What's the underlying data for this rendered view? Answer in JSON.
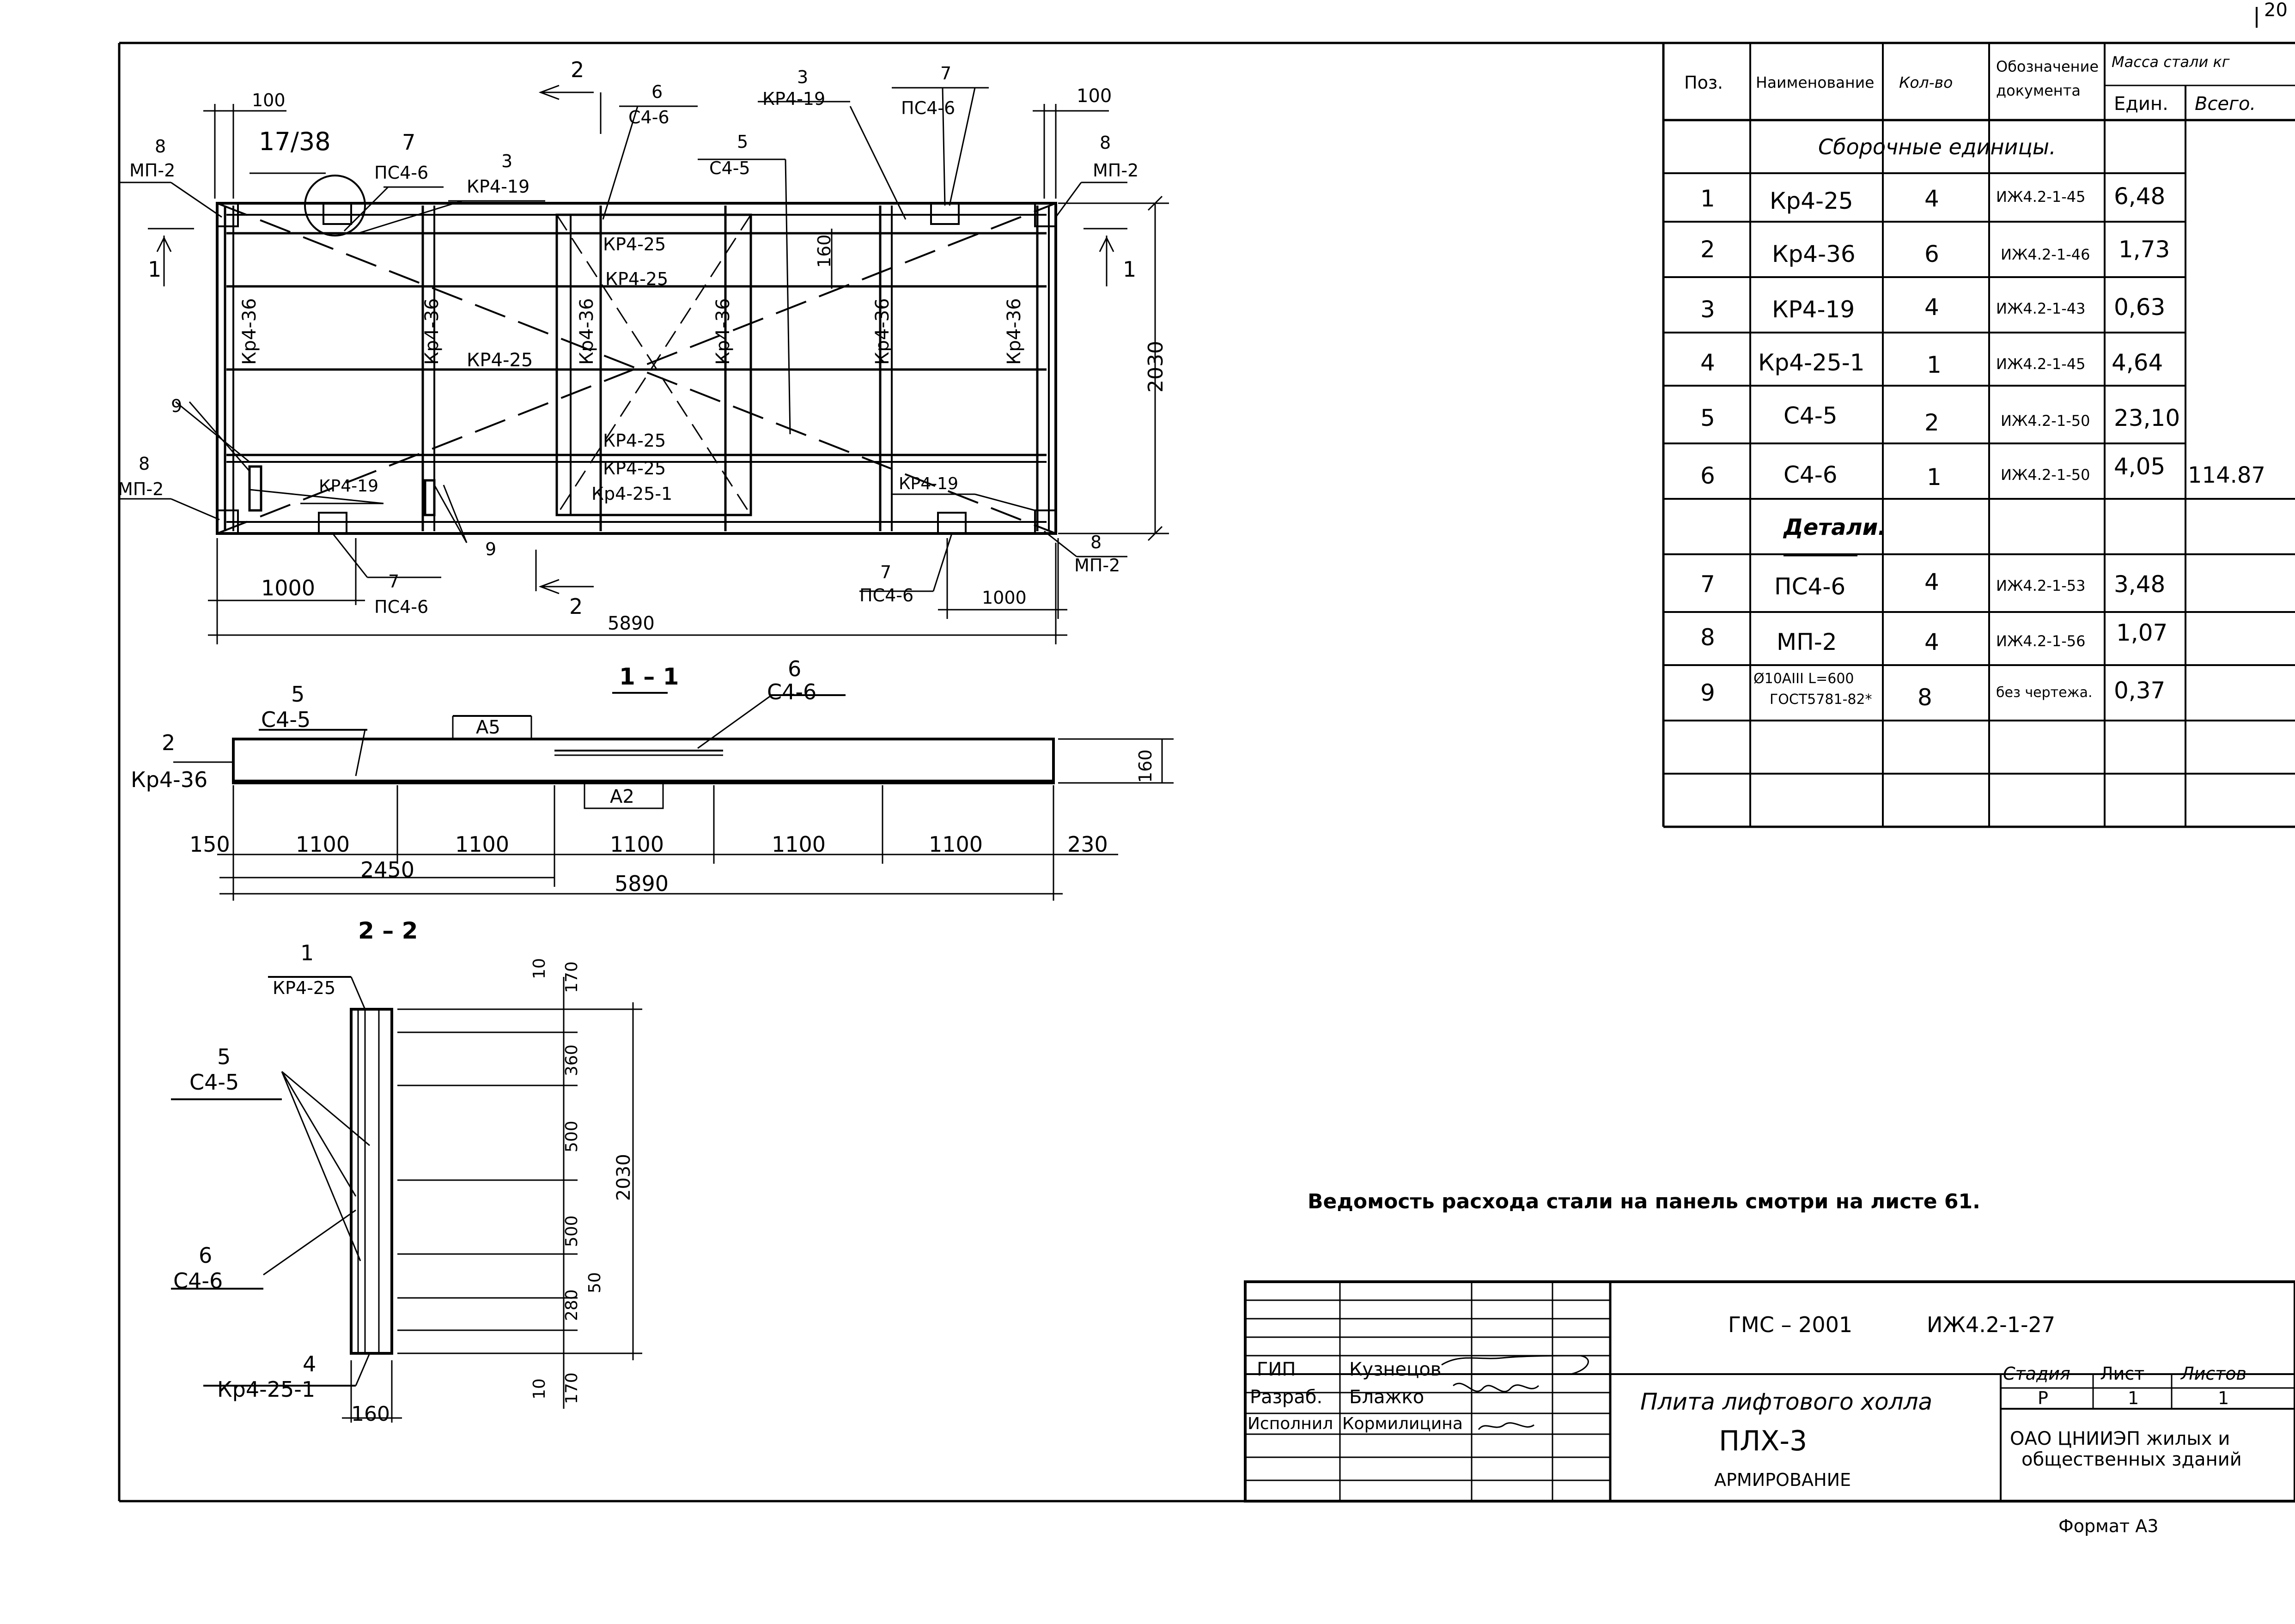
{
  "drawing": {
    "plan_labels": {
      "l_100_left": "100",
      "l_100_right": "100",
      "l_1738": "17/38",
      "l_pos2_top": "2",
      "l_pos2_bottom": "2",
      "l_pos1_left": "1",
      "l_pos1_right": "1",
      "l_pos3_top": "3",
      "l_kr419_top": "КР4-19",
      "l_pos3_left": "3",
      "l_kr419_left": "КР4-19",
      "l_pos6": "6",
      "l_c46": "С4-6",
      "l_pos5": "5",
      "l_c45": "С4-5",
      "l_pos7_tr": "7",
      "l_pc46_tr": "ПС4-6",
      "l_pos7_tl": "7",
      "l_pc46_tl": "ПС4-6",
      "l_pos7_bl": "7",
      "l_pc46_bl": "ПС4-6",
      "l_pos7_br": "7",
      "l_pc46_br": "ПС4-6",
      "l_pos8_tl": "8",
      "l_mp2_tl": "МП-2",
      "l_pos8_tr": "8",
      "l_mp2_tr": "МП-2",
      "l_pos8_bl": "8",
      "l_mp2_bl": "МП-2",
      "l_pos8_br": "8",
      "l_mp2_br": "МП-2",
      "l_pos9_l": "9",
      "l_pos9_b": "9",
      "l_kr425_a": "КР4-25",
      "l_kr425_b": "КР4-25",
      "l_kr425_c": "КР4-25",
      "l_kr425_d": "КР4-25",
      "l_kr425_e": "КР4-25",
      "l_kr4251": "Кр4-25-1",
      "l_kr436_1": "Кр4-36",
      "l_kr436_2": "Кр4-36",
      "l_kr436_3": "Кр4-36",
      "l_kr436_4": "Кр4-36",
      "l_kr436_5": "Кр4-36",
      "l_kr436_6": "Кр4-36",
      "l_kr419_bl": "КР4-19",
      "l_kr419_br": "КР4-19",
      "l_160": "160",
      "l_2030": "2030",
      "l_1000_l": "1000",
      "l_1000_r": "1000",
      "l_5890": "5890"
    },
    "section11": {
      "title": "1 – 1",
      "pos5": "5",
      "c45": "С4-5",
      "pos6": "6",
      "c46": "С4-6",
      "a5": "А5",
      "a2": "А2",
      "pos2": "2",
      "kr436": "Кр4-36",
      "h160": "160",
      "d150": "150",
      "d1100a": "1100",
      "d1100b": "1100",
      "d1100c": "1100",
      "d1100d": "1100",
      "d1100e": "1100",
      "d230": "230",
      "d2450": "2450",
      "d5890": "5890"
    },
    "section22": {
      "title": "2 – 2",
      "pos1": "1",
      "kr425": "КР4-25",
      "pos5": "5",
      "c45": "С4-5",
      "pos6": "6",
      "c46": "С4-6",
      "pos4": "4",
      "kr4251": "Кр4-25-1",
      "w160": "160",
      "d10a": "10",
      "d170a": "170",
      "d360": "360",
      "d500a": "500",
      "d500b": "500",
      "d280": "280",
      "d50": "50",
      "d10b": "10",
      "d170b": "170",
      "d2030": "2030"
    }
  },
  "spec_table": {
    "headers": {
      "pos": "Поз.",
      "name": "Наименование",
      "qty": "Кол-во",
      "doc1": "Обозначение",
      "doc2": "документа",
      "mass": "Масса стали  кг",
      "unit": "Един.",
      "total": "Всего."
    },
    "group1": "Сборочные единицы.",
    "group2": "Детали.",
    "rows": [
      {
        "pos": "1",
        "name": "Кр4-25",
        "qty": "4",
        "doc": "ИЖ4.2-1-45",
        "unit": "6,48"
      },
      {
        "pos": "2",
        "name": "Кр4-36",
        "qty": "6",
        "doc": "ИЖ4.2-1-46",
        "unit": "1,73"
      },
      {
        "pos": "3",
        "name": "КР4-19",
        "qty": "4",
        "doc": "ИЖ4.2-1-43",
        "unit": "0,63"
      },
      {
        "pos": "4",
        "name": "Кр4-25-1",
        "qty": "1",
        "doc": "ИЖ4.2-1-45",
        "unit": "4,64"
      },
      {
        "pos": "5",
        "name": "С4-5",
        "qty": "2",
        "doc": "ИЖ4.2-1-50",
        "unit": "23,10"
      },
      {
        "pos": "6",
        "name": "С4-6",
        "qty": "1",
        "doc": "ИЖ4.2-1-50",
        "unit": "4,05"
      },
      {
        "pos": "7",
        "name": "ПС4-6",
        "qty": "4",
        "doc": "ИЖ4.2-1-53",
        "unit": "3,48"
      },
      {
        "pos": "8",
        "name": "МП-2",
        "qty": "4",
        "doc": "ИЖ4.2-1-56",
        "unit": "1,07"
      },
      {
        "pos": "9",
        "name_line1": "Ø10АIII  L=600",
        "name_line2": "ГОСТ5781-82*",
        "qty": "8",
        "doc": "без чертежа.",
        "unit": "0,37"
      }
    ],
    "total": "114.87"
  },
  "note": "Ведомость расхода стали на панель смотри на листе 61.",
  "title_block": {
    "code": "ГМС  –  2001",
    "doc_no": "ИЖ4.2-1-27",
    "role1": "ГИП",
    "name1": "Кузнецов",
    "role2": "Разраб.",
    "name2": "Блажко",
    "role3": "Исполнил",
    "name3": "Кормилицина",
    "title1": "Плита лифтового холла",
    "title2": "ПЛХ-3",
    "title3": "АРМИРОВАНИЕ",
    "h_stage": "Стадия",
    "h_sheet": "Лист",
    "h_sheets": "Листов",
    "stage": "Р",
    "sheet": "1",
    "sheets": "1",
    "org1": "ОАО ЦНИИЭП жилых и",
    "org2": "общественных зданий"
  },
  "corner_mark": "20",
  "format": "Формат А3"
}
